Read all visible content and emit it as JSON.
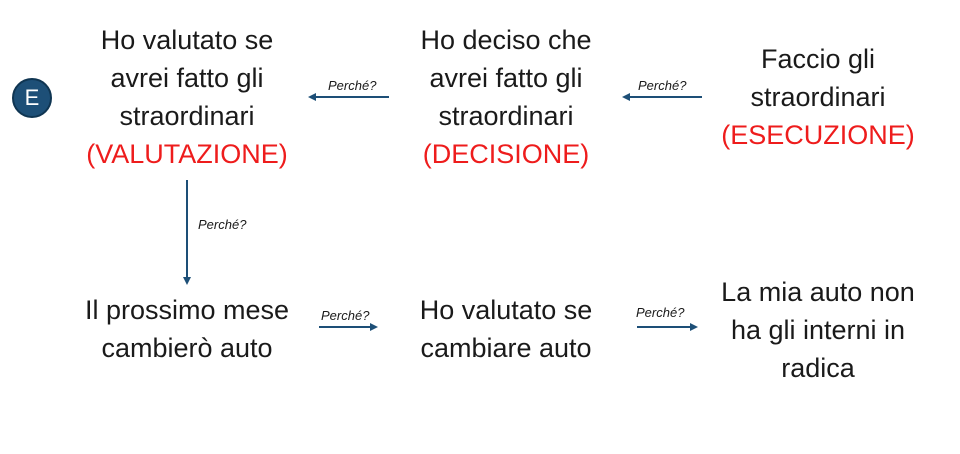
{
  "badge": {
    "label": "E"
  },
  "nodes": {
    "valutazione": {
      "lines": [
        "Ho valutato se",
        "avrei fatto gli",
        "straordinari"
      ],
      "tag": "(VALUTAZIONE)"
    },
    "decisione": {
      "lines": [
        "Ho deciso che",
        "avrei fatto gli",
        "straordinari"
      ],
      "tag": "(DECISIONE)"
    },
    "esecuzione": {
      "lines": [
        "Faccio gli",
        "straordinari"
      ],
      "tag": "(ESECUZIONE)"
    },
    "cambio_auto": {
      "lines": [
        "Il prossimo mese",
        "cambierò auto"
      ]
    },
    "valutato_cambiare": {
      "lines": [
        "Ho valutato se",
        "cambiare auto"
      ]
    },
    "interni": {
      "lines": [
        "La mia auto non",
        "ha gli interni in",
        "radica"
      ]
    }
  },
  "edges": {
    "esecuzione_to_decisione": "Perché?",
    "decisione_to_valutazione": "Perché?",
    "valutazione_to_cambio_auto": "Perché?",
    "cambio_auto_to_valutato_cambiare": "Perché?",
    "valutato_cambiare_to_interni": "Perché?"
  },
  "colors": {
    "arrow": "#1d4f77",
    "highlight": "#ee1c1c",
    "badge": "#1d4f77"
  }
}
